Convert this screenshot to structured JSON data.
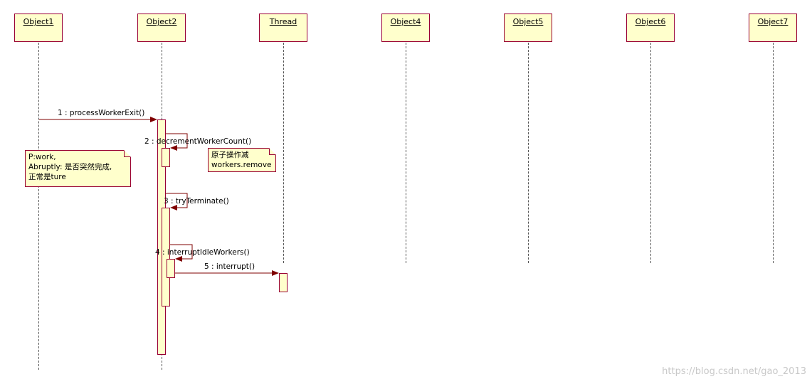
{
  "objects": [
    "Object1",
    "Object2",
    "Thread",
    "Object4",
    "Object5",
    "Object6",
    "Object7"
  ],
  "messages": {
    "m1": "1 : processWorkerExit()",
    "m2": "2 : decrementWorkerCount()",
    "m3": "3 : tryTerminate()",
    "m4": "4 : interruptIdleWorkers()",
    "m5": "5 : interrupt()"
  },
  "notes": {
    "params": [
      "P:work,",
      "Abruptly: 是否突然完成,",
      "正常是ture"
    ],
    "atomic": [
      "原子操作减",
      "workers.remove"
    ]
  },
  "watermark": "https://blog.csdn.net/gao_2013",
  "colors": {
    "box_fill": "#ffffcc",
    "box_border": "#990033",
    "arrow": "#7f0000"
  }
}
